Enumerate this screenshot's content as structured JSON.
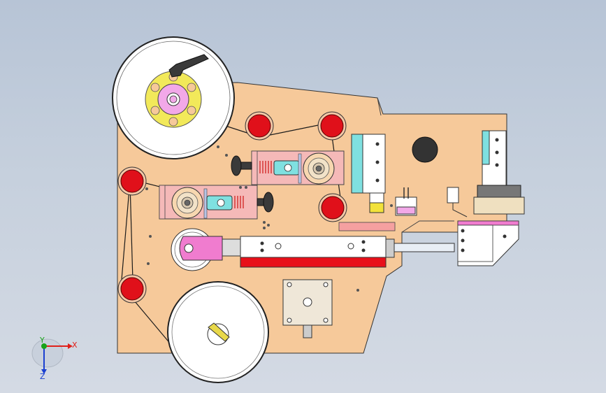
{
  "viewport": {
    "background_top": "#b7c4d6",
    "background_bottom": "#d4dae4"
  },
  "colors": {
    "base_plate": "#f6c99a",
    "roller_red": "#e0101a",
    "roll_white": "#ffffff",
    "pink_part": "#f07ccf",
    "cyan_part": "#7fe0e0",
    "yellow_part": "#f2e23a",
    "red_bar": "#e8101a",
    "outline": "#2a2a2a"
  },
  "triad": {
    "x_label": "X",
    "y_label": "Y",
    "z_label": "Z",
    "x_color": "#e0201a",
    "y_color": "#19a31a",
    "z_color": "#1a3fd0"
  }
}
